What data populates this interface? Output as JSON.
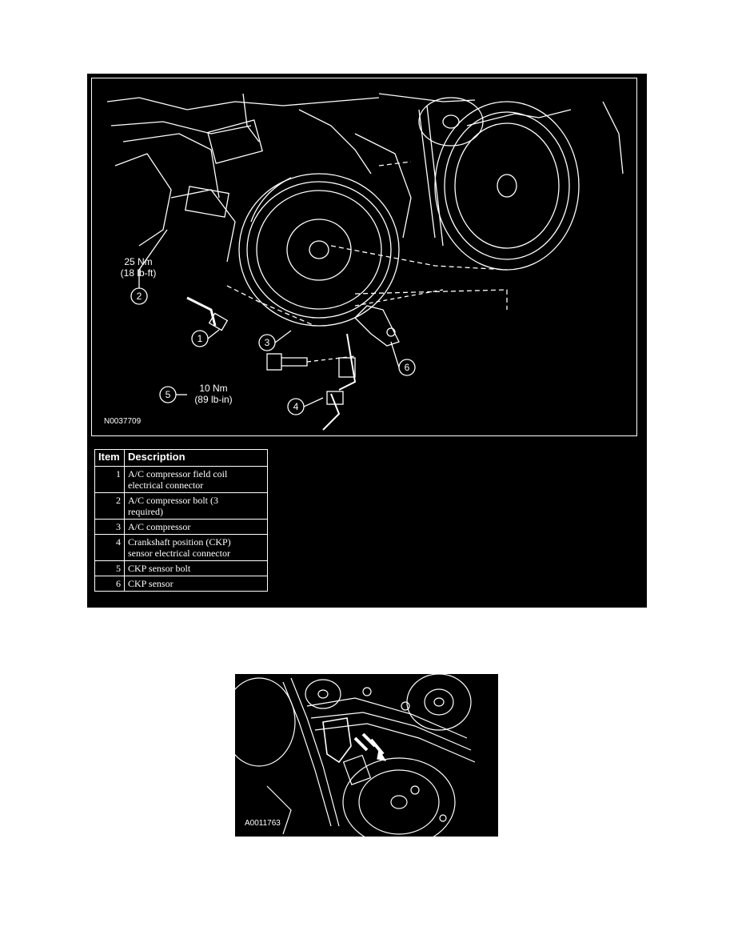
{
  "figure_1": {
    "id": "N0037709",
    "callouts": {
      "torque_25": {
        "value": "25 Nm",
        "alt": "(18 lb-ft)"
      },
      "torque_10": {
        "value": "10 Nm",
        "alt": "(89 lb-in)"
      },
      "n1": "1",
      "n2": "2",
      "n3": "3",
      "n4": "4",
      "n5": "5",
      "n6": "6"
    }
  },
  "parts_table": {
    "headers": {
      "item": "Item",
      "description": "Description"
    },
    "rows": [
      {
        "item": "1",
        "line1": "A/C compressor field coil",
        "line2": "electrical connector"
      },
      {
        "item": "2",
        "line1": "A/C compressor bolt (3",
        "line2": "required)"
      },
      {
        "item": "3",
        "line1": "A/C compressor",
        "line2": ""
      },
      {
        "item": "4",
        "line1": "Crankshaft position (CKP)",
        "line2": "sensor electrical connector"
      },
      {
        "item": "5",
        "line1": "CKP sensor bolt",
        "line2": ""
      },
      {
        "item": "6",
        "line1": "CKP sensor",
        "line2": ""
      }
    ]
  },
  "figure_2": {
    "id": "A0011763"
  }
}
